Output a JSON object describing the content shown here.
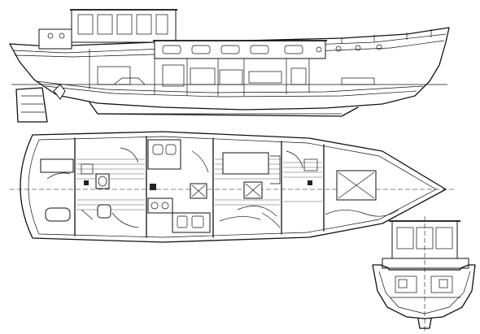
{
  "drawing": {
    "views": [
      {
        "id": "profile",
        "kind": "side elevation"
      },
      {
        "id": "plan",
        "kind": "accommodation plan"
      },
      {
        "id": "section",
        "kind": "transverse section"
      }
    ],
    "colors": {
      "ink": "#111111",
      "paper": "#ffffff"
    }
  }
}
